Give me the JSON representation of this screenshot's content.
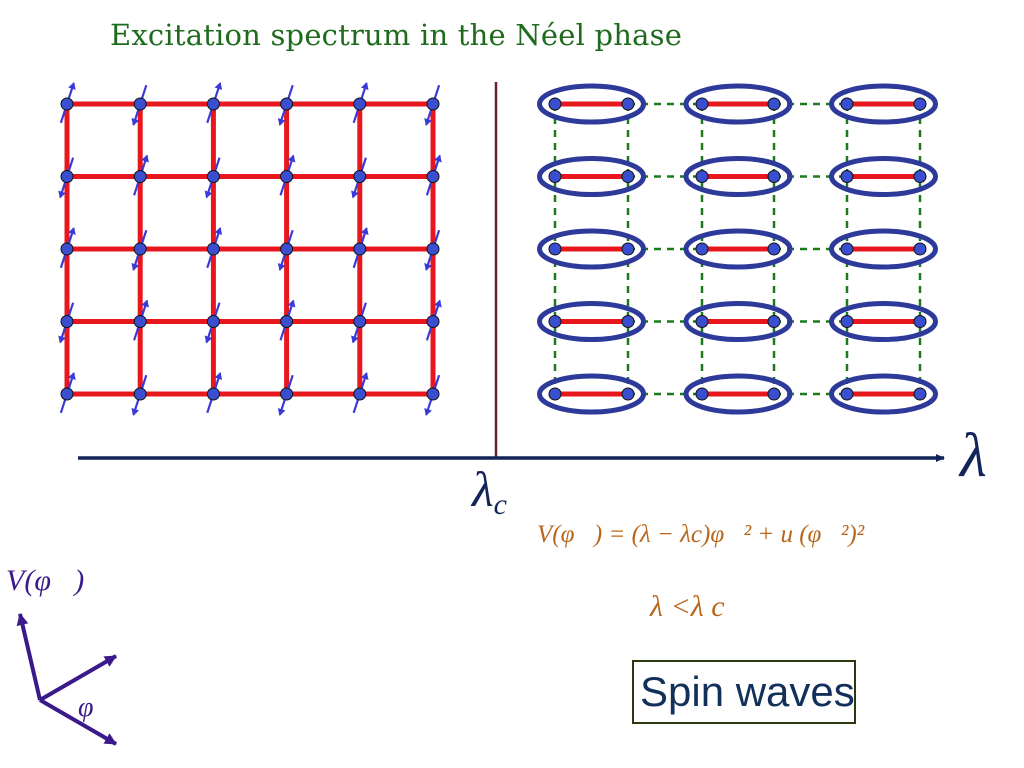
{
  "title": "Excitation spectrum in the Néel phase",
  "axis": {
    "label": "λ",
    "critical_label": "λ",
    "critical_subscript": "c"
  },
  "potential": {
    "equation": "V(φ⃗) = (λ − λc)φ⃗² + u (φ⃗²)²",
    "axis_label": "V(φ⃗)",
    "field_label": "φ⃗"
  },
  "condition": "λ <λ c",
  "caption": "Spin waves",
  "colors": {
    "title": "#1e6b1e",
    "bond_strong": "#e8171e",
    "bond_weak": "#1c7a1c",
    "site": "#3a4fcf",
    "spin_arrow": "#3a3ad8",
    "dimer_ring": "#2e3a9a",
    "axis": "#12245a",
    "divider": "#6b1f2a",
    "equation": "#b8661a",
    "potential_axes": "#3a1a8a",
    "caption": "#12305a"
  },
  "left_lattice": {
    "columns": 6,
    "rows": 5,
    "order": "Néel (staggered spins)"
  },
  "right_lattice": {
    "dimer_columns": 3,
    "rows": 5,
    "order": "dimer singlets"
  }
}
